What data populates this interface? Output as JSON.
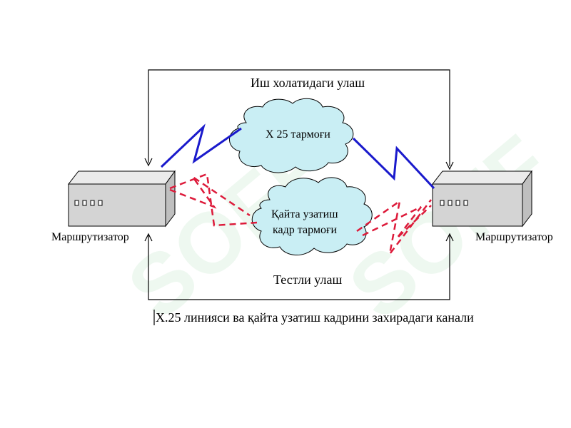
{
  "watermark": {
    "text": "SOFF",
    "color": "#78c88c"
  },
  "colors": {
    "active_link": "#1a1acc",
    "test_link": "#dd1a3a",
    "router_fill": "#d4d4d4",
    "router_top": "#ebebeb",
    "cloud_fill": "#c9eef4",
    "line": "#000000"
  },
  "labels": {
    "top_connection": "Иш холатидаги улаш",
    "x25_network": "X 25 тармоғи",
    "frame_relay_line1": "Қайта узатиш",
    "frame_relay_line2": "кадр тармоғи",
    "test_connection": "Тестли улаш",
    "bottom_caption": "X.25 линияси ва қайта узатиш кадрини захирадаги канали",
    "left_router": "Маршрутизатор",
    "right_router": "Маршрутизатор"
  },
  "icons": {
    "router_left": "router-icon",
    "router_right": "router-icon",
    "cloud_x25": "cloud-icon",
    "cloud_frame_relay": "cloud-icon"
  }
}
